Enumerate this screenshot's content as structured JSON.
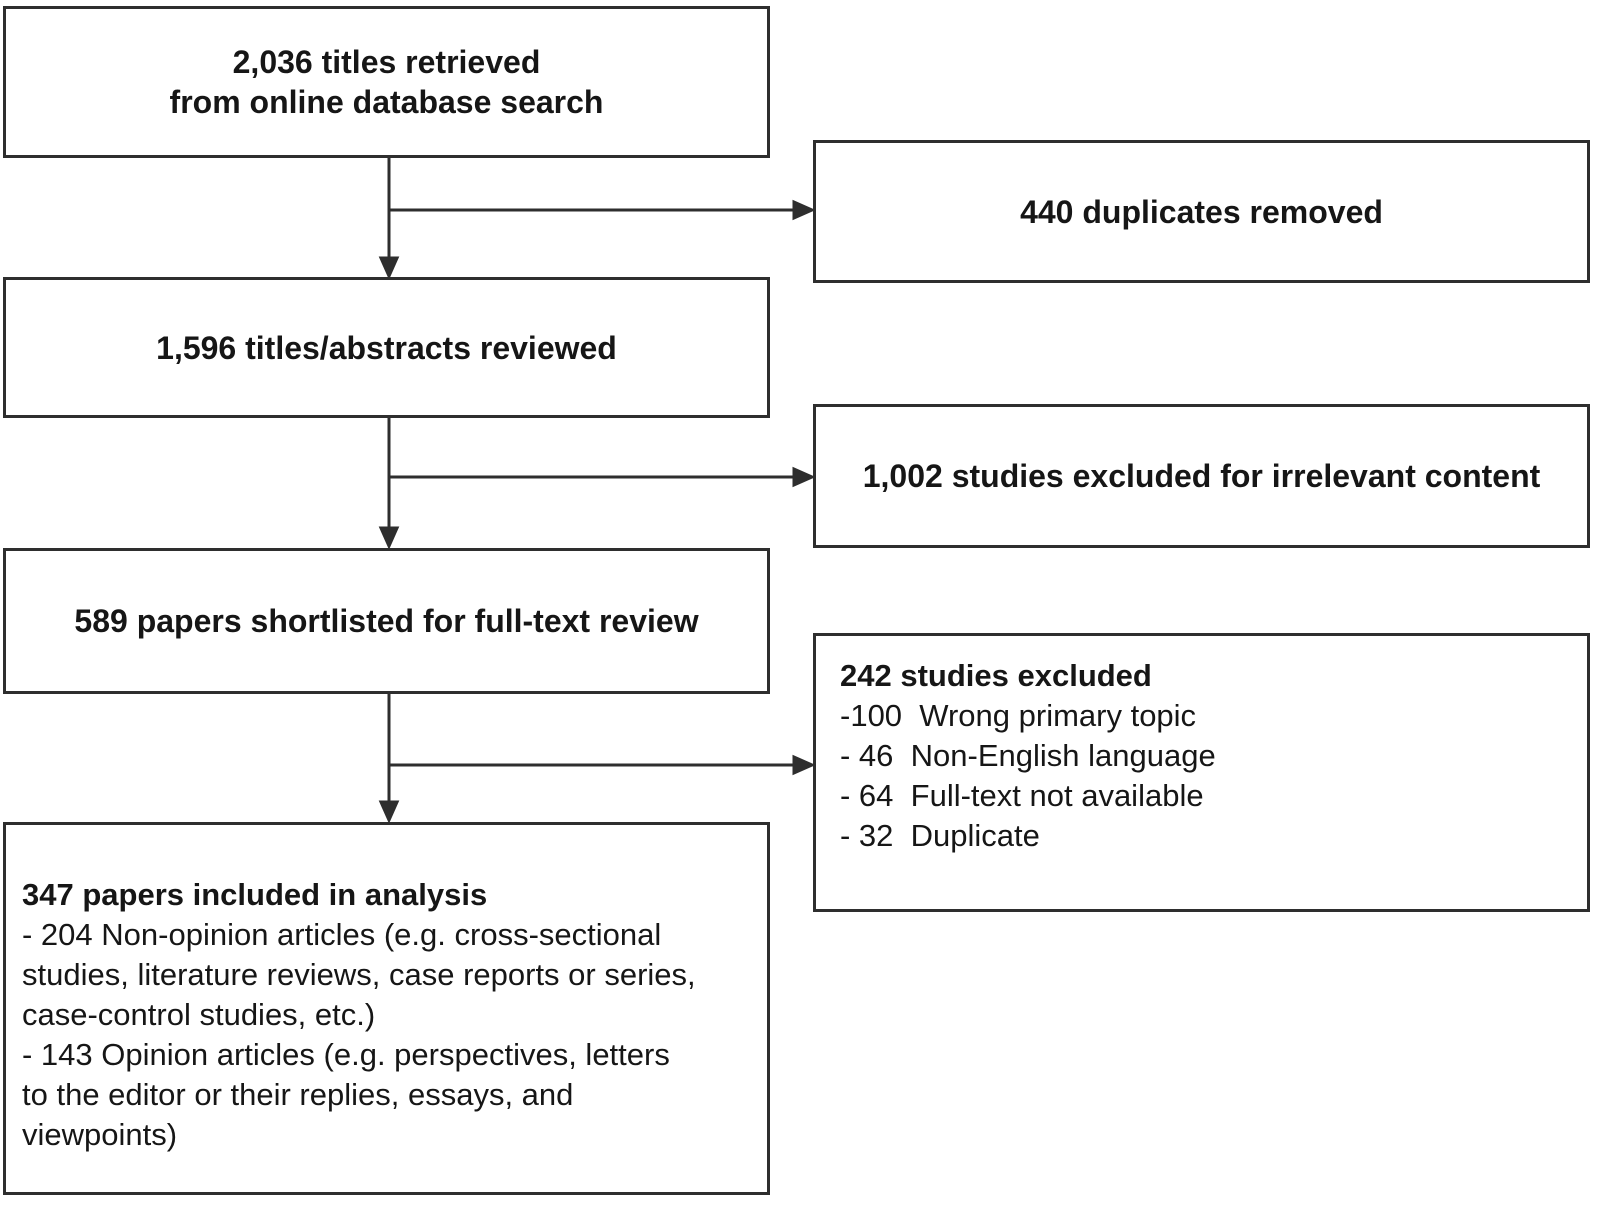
{
  "colors": {
    "line": "#2e2e2e",
    "text": "#161616",
    "background": "#ffffff"
  },
  "flow": {
    "retrieved": {
      "label": "2,036 titles retrieved\nfrom online database search"
    },
    "duplicates_removed": {
      "label": "440 duplicates removed"
    },
    "reviewed": {
      "label": "1,596 titles/abstracts reviewed"
    },
    "excluded_irrelevant": {
      "label": "1,002 studies excluded for irrelevant content"
    },
    "shortlisted": {
      "label": "589 papers shortlisted for full-text review"
    },
    "excluded_fulltext": {
      "heading": "242 studies excluded",
      "items": [
        "-100  Wrong primary topic",
        "- 46  Non-English language",
        "- 64  Full-text not available",
        "- 32  Duplicate"
      ]
    },
    "included": {
      "heading": "347 papers included in analysis",
      "items": [
        "- 204 Non-opinion articles (e.g. cross-sectional\nstudies, literature reviews, case reports or series,\ncase-control studies, etc.)",
        "- 143 Opinion articles (e.g. perspectives, letters\nto the editor or their replies, essays, and\nviewpoints)"
      ]
    }
  }
}
